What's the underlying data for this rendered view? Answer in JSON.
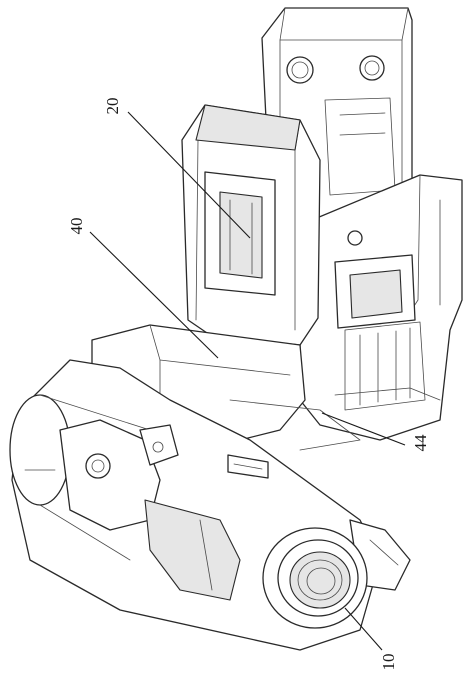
{
  "callouts": {
    "c20": "20",
    "c40": "40",
    "c44": "44",
    "c10": "10"
  }
}
